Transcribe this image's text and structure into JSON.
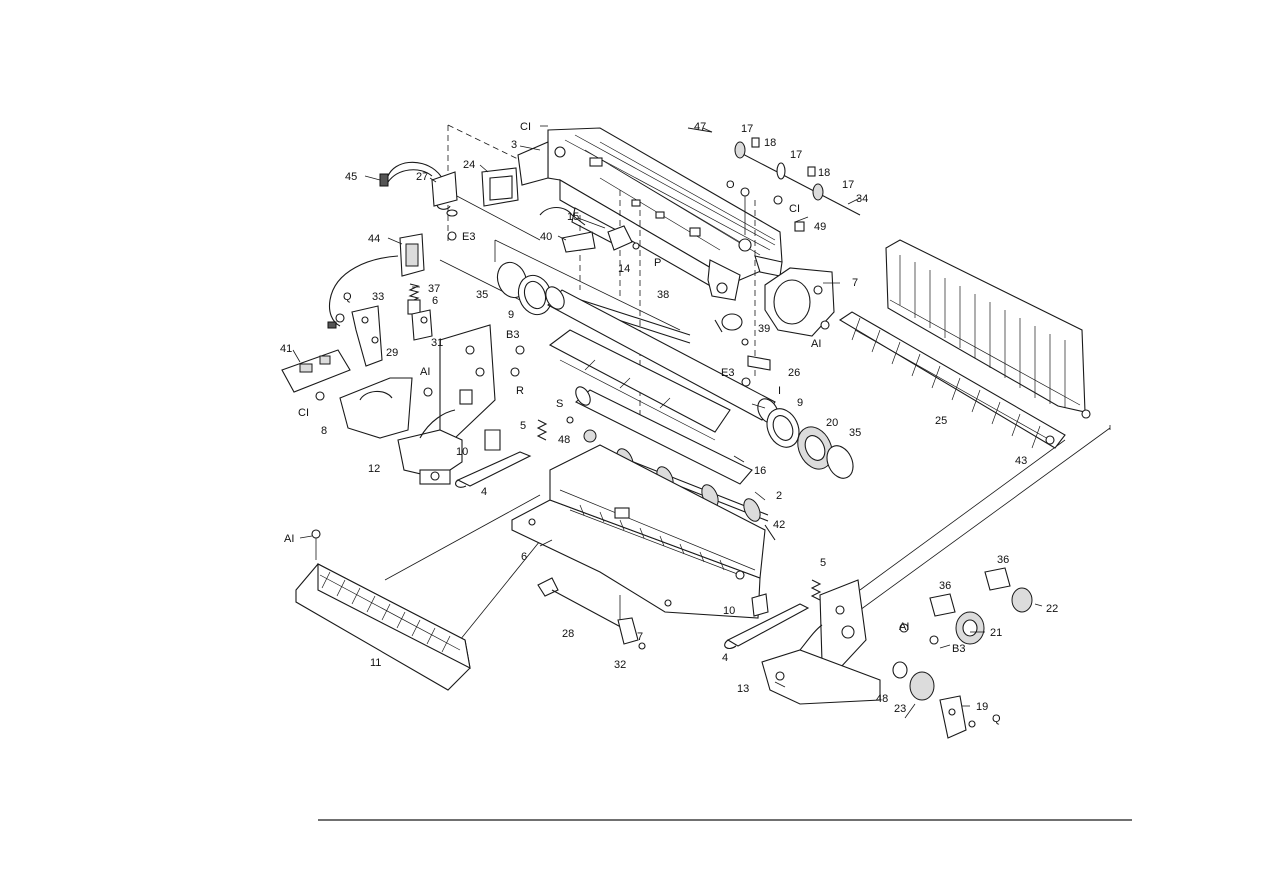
{
  "diagram": {
    "title": "",
    "callouts": {
      "c1_top": "CI",
      "p3": "3",
      "p47": "47",
      "p17a": "17",
      "p18a": "18",
      "p17b": "17",
      "p18b": "18",
      "p17c": "17",
      "p34": "34",
      "pO": "O",
      "c1_right": "CI",
      "p49": "49",
      "p45": "45",
      "p27": "27",
      "p24": "24",
      "p15": "15",
      "p40": "40",
      "pE3a": "E3",
      "p14": "14",
      "pP": "P",
      "p44": "44",
      "p35a": "35",
      "p9a": "9",
      "p38": "38",
      "p7a": "7",
      "p39": "39",
      "pA1a": "AI",
      "p37": "37",
      "pQa": "Q",
      "p33": "33",
      "p6a": "6",
      "p31": "31",
      "p29": "29",
      "p41": "41",
      "pB3a": "B3",
      "pR": "R",
      "pA1b": "AI",
      "pC1c": "CI",
      "p8": "8",
      "p12": "12",
      "p26": "26",
      "pE3b": "E3",
      "p1": "I",
      "pS": "S",
      "p5a": "5",
      "p48a": "48",
      "p10a": "10",
      "p4a": "4",
      "p9b": "9",
      "p20": "20",
      "p35b": "35",
      "p16": "16",
      "p25": "25",
      "p43": "43",
      "p2": "2",
      "p42": "42",
      "pA1c": "AI",
      "p6b": "6",
      "p11": "11",
      "p28": "28",
      "p7b": "7",
      "p32": "32",
      "p5b": "5",
      "p36a": "36",
      "p36b": "36",
      "p22": "22",
      "p10b": "10",
      "p4b": "4",
      "pA1d": "AI",
      "p21": "21",
      "pB3b": "B3",
      "p13": "13",
      "p48b": "48",
      "p23": "23",
      "p19": "19",
      "pQb": "Q"
    }
  }
}
